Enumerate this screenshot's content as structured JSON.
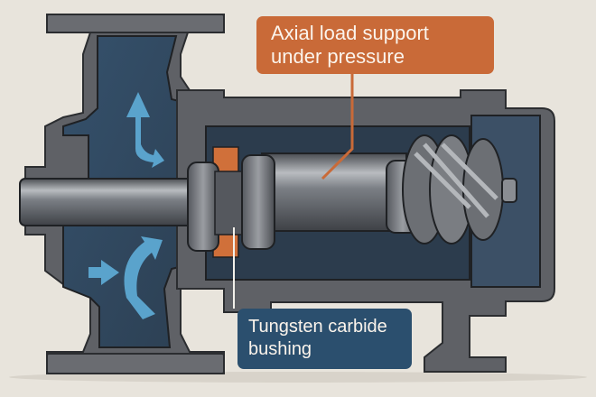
{
  "diagram": {
    "title": "Pump cross-section with tungsten carbide bushing",
    "colors": {
      "background": "#e8e4dc",
      "housing": "#5f6166",
      "housing_dark": "#3a3c40",
      "fluid": "#3b5570",
      "bushing": "#d0703a",
      "flow_arrow": "#5aa3cc",
      "label_orange": "#c96a38",
      "label_blue": "#2b4f6e"
    },
    "labels": {
      "axial_load": {
        "line1": "Axial load support",
        "line2": "under pressure"
      },
      "bushing": {
        "line1": "Tungsten carbide",
        "line2": "bushing"
      }
    }
  }
}
